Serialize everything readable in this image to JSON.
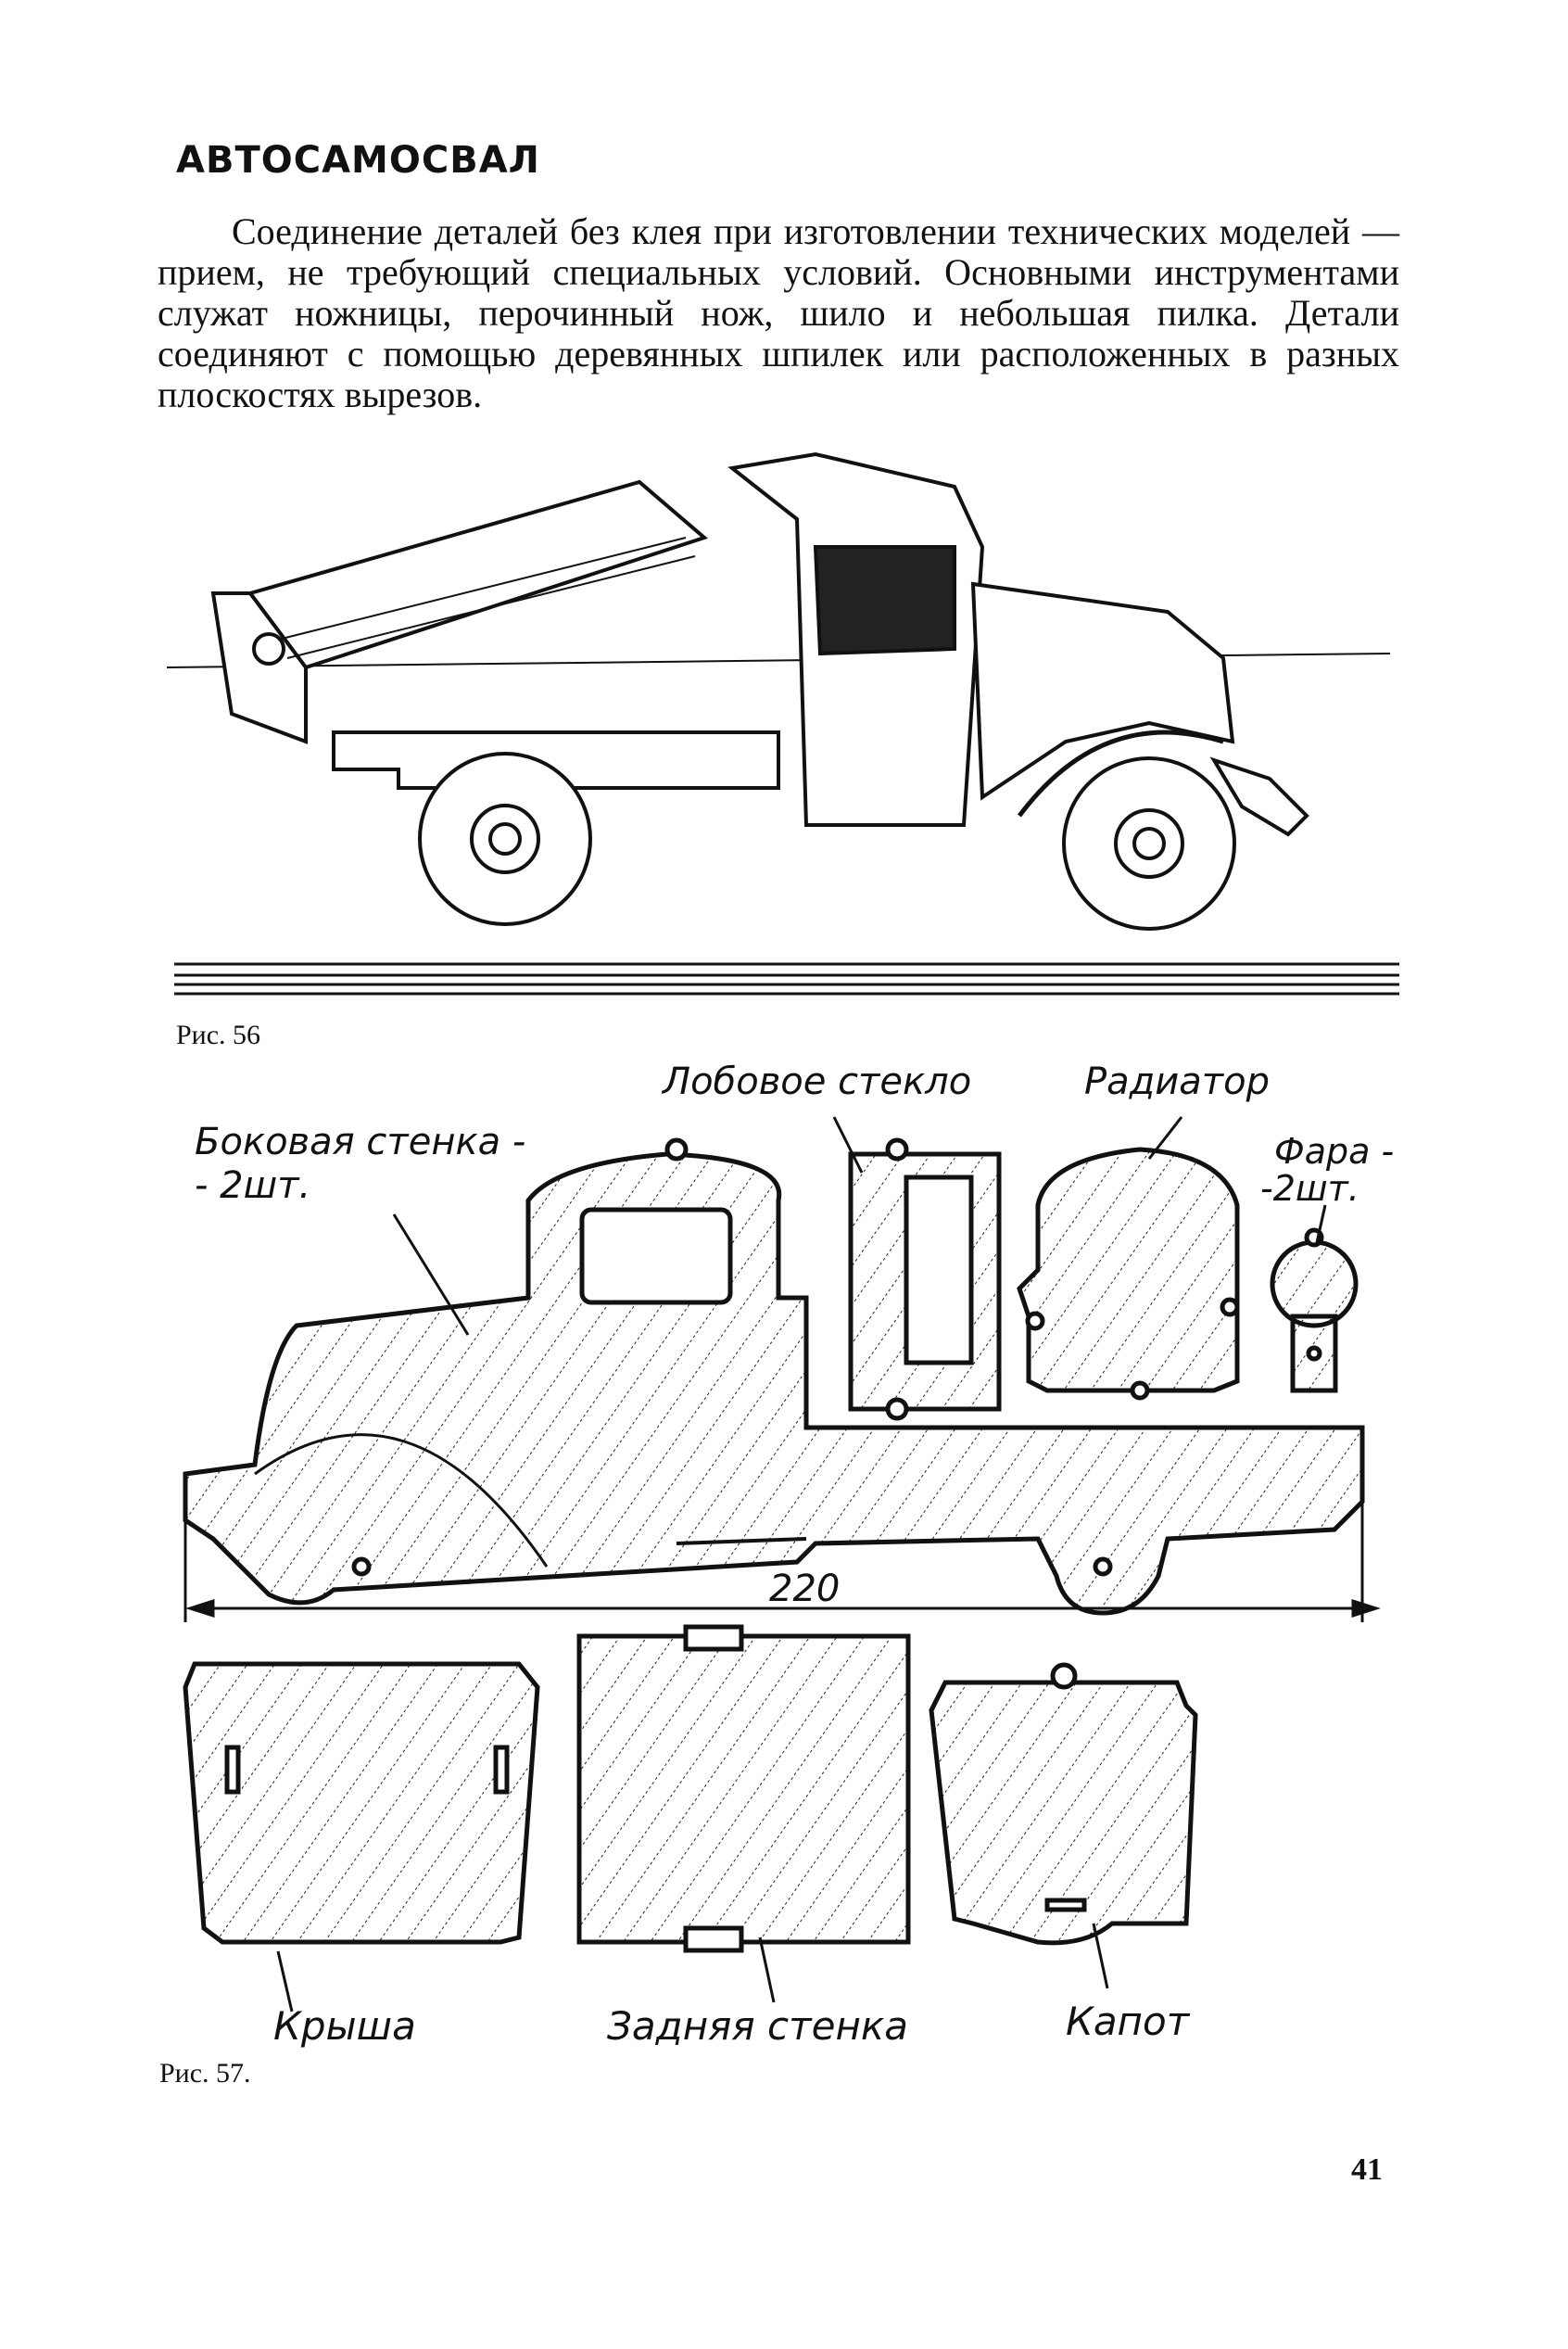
{
  "heading": "АВТОСАМОСВАЛ",
  "paragraph": "Соединение деталей без клея при изготовлении технических моделей — прием, не требующий специальных условий. Основными инструментами служат ножницы, перочинный нож, шило и небольшая пилка. Детали соединяют с помощью деревянных шпилек или расположенных в разных плоскостях вырезов.",
  "figure56": {
    "caption": "Рис. 56"
  },
  "figure57": {
    "caption": "Рис. 57.",
    "dimension": "220",
    "labels": {
      "side_wall_1": "Боковая стенка -",
      "side_wall_2": "- 2шт.",
      "windshield": "Лобовое стекло",
      "radiator": "Радиатор",
      "headlight_1": "Фара -",
      "headlight_2": "-2шт.",
      "roof": "Крыша",
      "back_wall": "Задняя стенка",
      "hood": "Капот"
    }
  },
  "page_number": "41"
}
